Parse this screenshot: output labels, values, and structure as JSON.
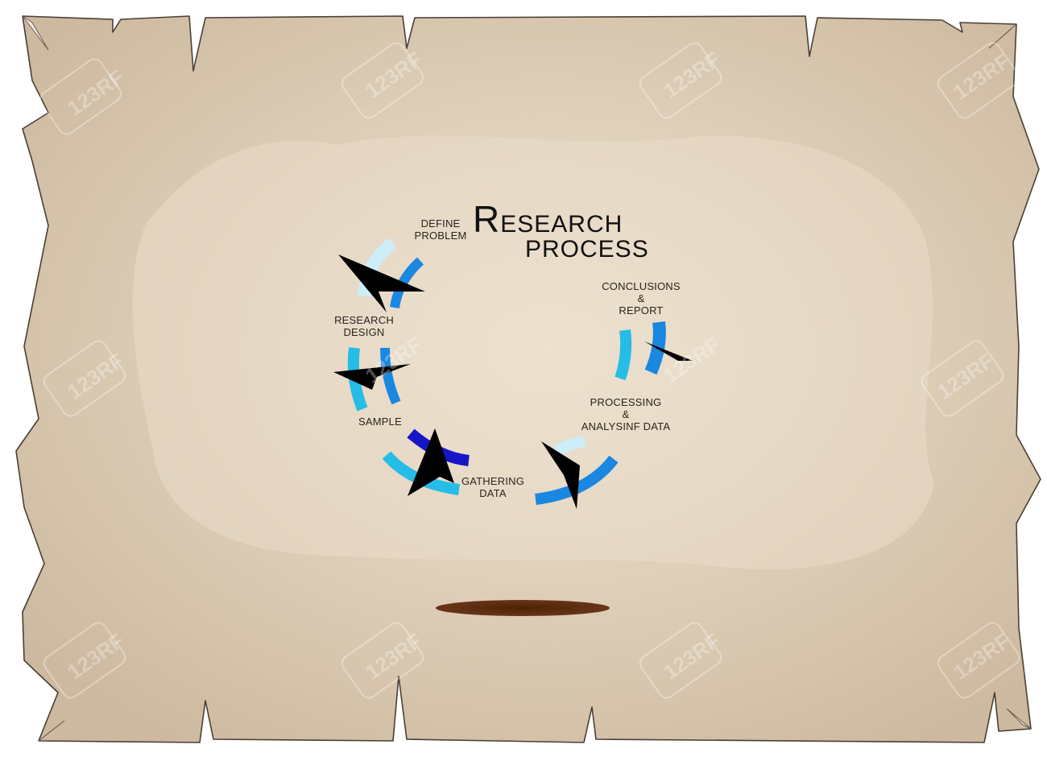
{
  "title": {
    "initial": "R",
    "rest": "ESEARCH",
    "line2": "PROCESS"
  },
  "steps": [
    {
      "lines": [
        "DEFINE",
        "PROBLEM"
      ]
    },
    {
      "lines": [
        "RESEARCH",
        "DESIGN"
      ]
    },
    {
      "lines": [
        "SAMPLE"
      ]
    },
    {
      "lines": [
        "GATHERING",
        "DATA"
      ]
    },
    {
      "lines": [
        "PROCESSING",
        "&",
        "ANALYSINF DATA"
      ]
    },
    {
      "lines": [
        "CONCLUSIONS",
        "&",
        "REPORT"
      ]
    }
  ],
  "watermark": "123RF",
  "colors": {
    "paper": "#d7c6ae",
    "paper_center": "#efe3d2",
    "paper_edge": "#c8b59b",
    "outline": "#4a3f35",
    "arrow": "#000000",
    "band_light": "#c9ecf7",
    "band_cyan": "#25bde6",
    "band_blue": "#1a87e0",
    "band_navy": "#1616c8",
    "shadow": "#5a2a10"
  }
}
